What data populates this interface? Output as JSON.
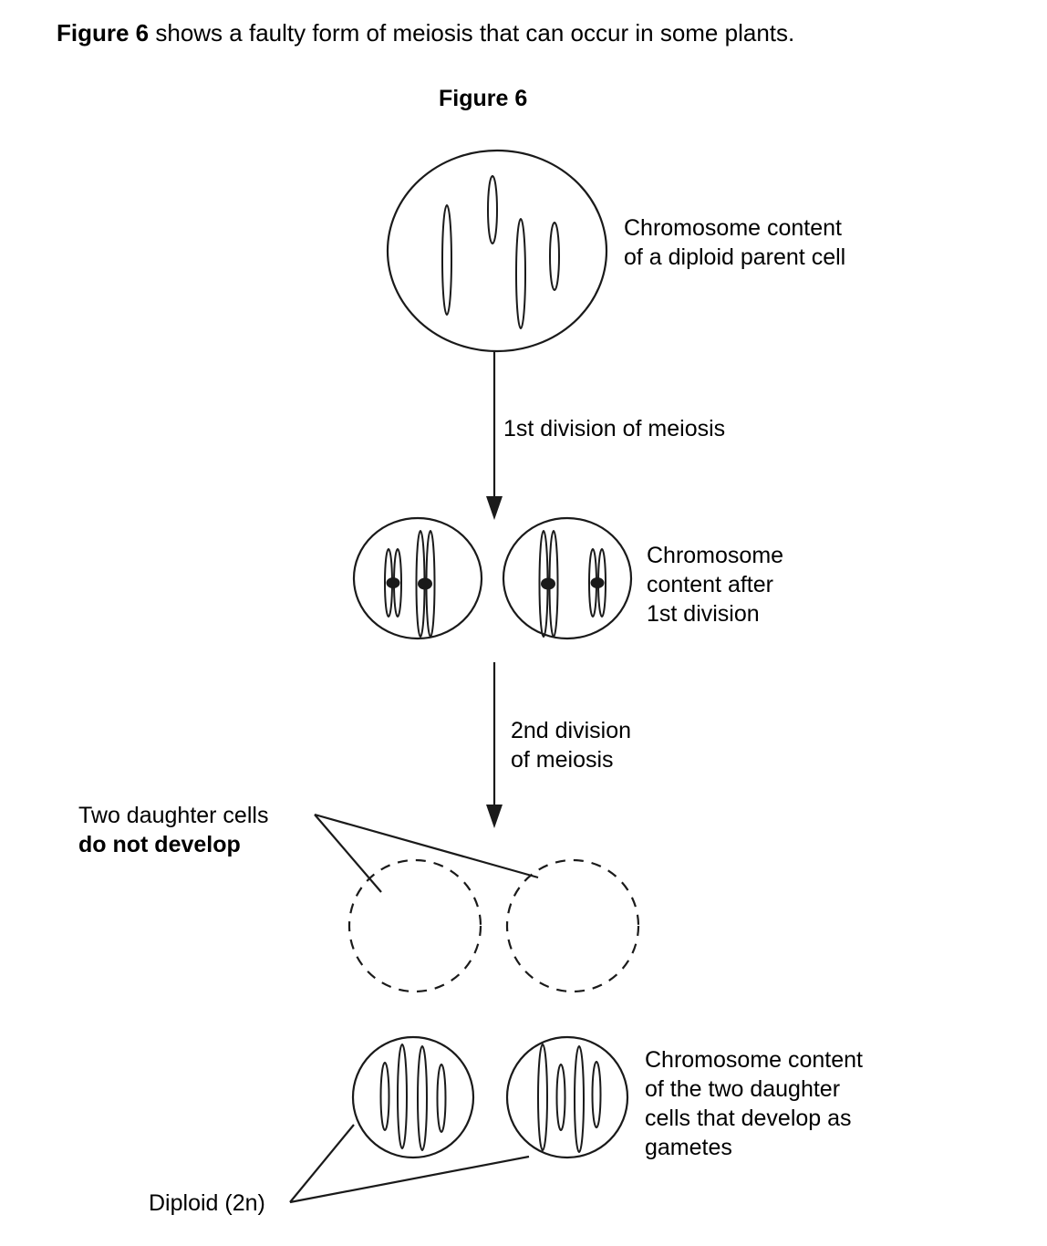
{
  "intro": {
    "bold_lead": "Figure 6",
    "rest": " shows a faulty form of meiosis that can occur in some plants."
  },
  "figure_caption": "Figure 6",
  "labels": {
    "parent_cell_line1": "Chromosome content",
    "parent_cell_line2": "of a diploid parent cell",
    "first_division": "1st division of meiosis",
    "after_first_line1": "Chromosome",
    "after_first_line2": "content after",
    "after_first_line3": "1st division",
    "second_division_line1": "2nd division",
    "second_division_line2": "of meiosis",
    "no_develop_line1": "Two daughter cells",
    "no_develop_line2": "do not develop",
    "gametes_line1": "Chromosome content",
    "gametes_line2": "of the two daughter",
    "gametes_line3": "cells that develop as",
    "gametes_line4": "gametes",
    "diploid": "Diploid (2n)"
  },
  "colors": {
    "stroke": "#1a1a1a",
    "background": "#ffffff"
  },
  "diagram": {
    "type": "biology-process-diagram",
    "stages": [
      {
        "name": "diploid-parent-cell",
        "cell_count": 1,
        "cell_shape": "ellipse",
        "chromosomes_per_cell": 4,
        "chromosome_form": "single unreplicated rods",
        "chromosome_lengths": [
          "long",
          "short",
          "long",
          "short"
        ]
      },
      {
        "name": "after-first-division",
        "cell_count": 2,
        "cell_shape": "ellipse",
        "chromosomes_per_cell": 2,
        "chromosome_form": "sister chromatid pairs with centromere",
        "left_cell_lengths": [
          "short",
          "long"
        ],
        "right_cell_lengths": [
          "long",
          "short"
        ]
      },
      {
        "name": "non-developing-daughter-cells",
        "cell_count": 2,
        "cell_shape": "dashed circle",
        "chromosomes_per_cell": 0
      },
      {
        "name": "gamete-daughter-cells",
        "cell_count": 2,
        "cell_shape": "circle",
        "chromosomes_per_cell": 4,
        "left_cell_lengths": [
          "short",
          "long",
          "long",
          "short"
        ],
        "right_cell_lengths": [
          "long",
          "short",
          "long",
          "short"
        ]
      }
    ],
    "arrows": [
      {
        "name": "first-division-arrow",
        "from": "parent cell",
        "to": "cells after 1st division"
      },
      {
        "name": "second-division-arrow",
        "from": "cells after 1st division",
        "to": "daughter cells"
      }
    ]
  }
}
